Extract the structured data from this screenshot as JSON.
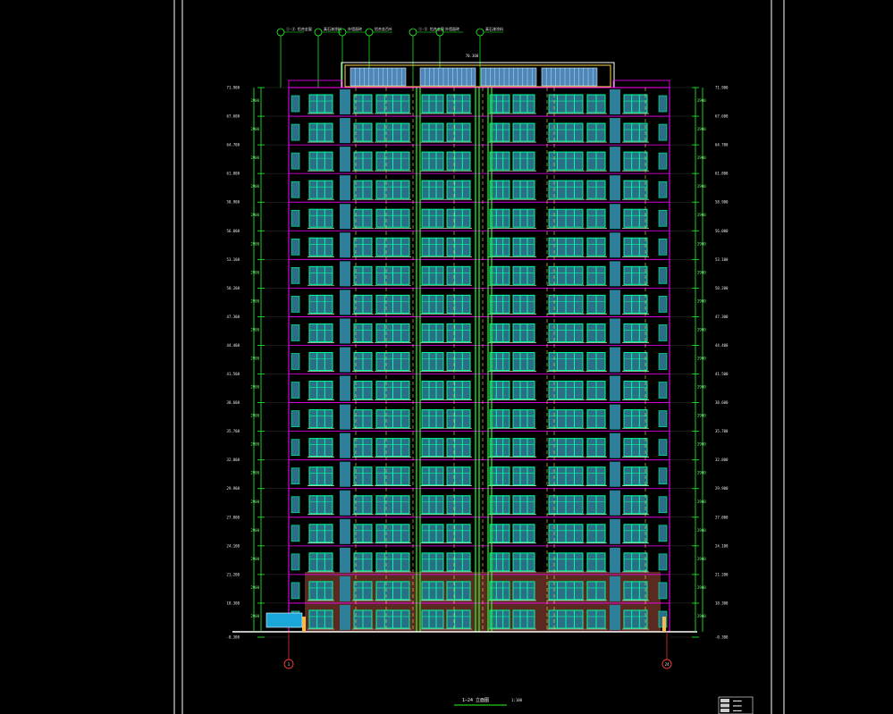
{
  "drawing": {
    "title": "1—24 立面图",
    "scale": "1:100",
    "top_elevation": "70.300",
    "axis_left": "1",
    "axis_right": "24",
    "legend": [
      "▬▬▬▬",
      "▬▬▬▬",
      "▬▬▬▬"
    ]
  },
  "colors": {
    "background": "#000000",
    "frame_line": "#ffffff",
    "window_fill": "#2a6f87",
    "window_frame": "#00ff99",
    "wall_line": "#ff00ff",
    "base_fill": "#5a2a20",
    "dim_line": "#22ff22",
    "roof_glass": "#4f86b8"
  },
  "callouts": [
    {
      "text": "①-③ 铝合金窗"
    },
    {
      "text": "真石漆涂料"
    },
    {
      "text": "外墙面砖"
    },
    {
      "text": "铝合金百叶"
    },
    {
      "text": "①-③ 铝合金窗"
    },
    {
      "text": "外墙面砖"
    },
    {
      "text": "真石漆涂料"
    }
  ],
  "levels_left": [
    "71.900",
    "67.600",
    "64.700",
    "61.800",
    "58.900",
    "56.000",
    "53.100",
    "50.200",
    "47.300",
    "44.400",
    "41.500",
    "38.600",
    "35.700",
    "32.800",
    "29.900",
    "27.000",
    "24.100",
    "21.200",
    "18.300",
    "-0.300"
  ],
  "levels_right": [
    "71.900",
    "67.600",
    "64.700",
    "61.800",
    "58.900",
    "56.000",
    "53.100",
    "50.200",
    "47.300",
    "44.400",
    "41.500",
    "38.600",
    "35.700",
    "32.800",
    "29.900",
    "27.000",
    "24.100",
    "21.200",
    "18.300",
    "-0.300"
  ],
  "floor_heights": [
    "2900",
    "2900",
    "2900",
    "2900",
    "2900",
    "2900",
    "2900",
    "2900",
    "2900",
    "2900",
    "2900",
    "2900",
    "2900",
    "2900",
    "2900",
    "2900",
    "2900",
    "2900",
    "2900"
  ]
}
